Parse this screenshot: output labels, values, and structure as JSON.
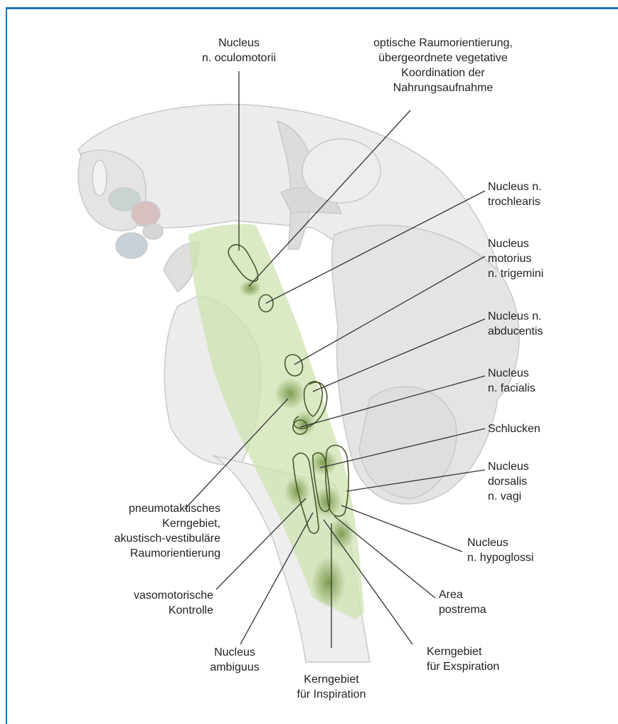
{
  "labels": {
    "oculomotorii": "Nucleus\nn. oculomotorii",
    "optische": "optische Raumorientierung,\nübergeordnete vegetative\nKoordination der\nNahrungsaufnahme",
    "trochlearis": "Nucleus n.\ntrochlearis",
    "trigemini": "Nucleus\nmotorius\nn. trigemini",
    "abducentis": "Nucleus n.\nabducentis",
    "facialis": "Nucleus\nn. facialis",
    "schlucken": "Schlucken",
    "vagi": "Nucleus\ndorsalis\nn. vagi",
    "hypoglossi": "Nucleus\nn. hypoglossi",
    "postrema": "Area\npostrema",
    "exspiration": "Kerngebiet\nfür Exspiration",
    "inspiration": "Kerngebiet\nfür Inspiration",
    "ambiguus": "Nucleus\nambiguus",
    "vasomotorisch": "vasomotorische\nKontrolle",
    "pneumotaktisch": "pneumotaktisches\nKerngebiet,\nakustisch-vestibuläre\nRaumorientierung"
  },
  "colors": {
    "border": "#1f73b7",
    "brainstem_highlight": "#cfe3b0",
    "stipple": "#6f8f3e",
    "outline": "#4a5a2a"
  }
}
